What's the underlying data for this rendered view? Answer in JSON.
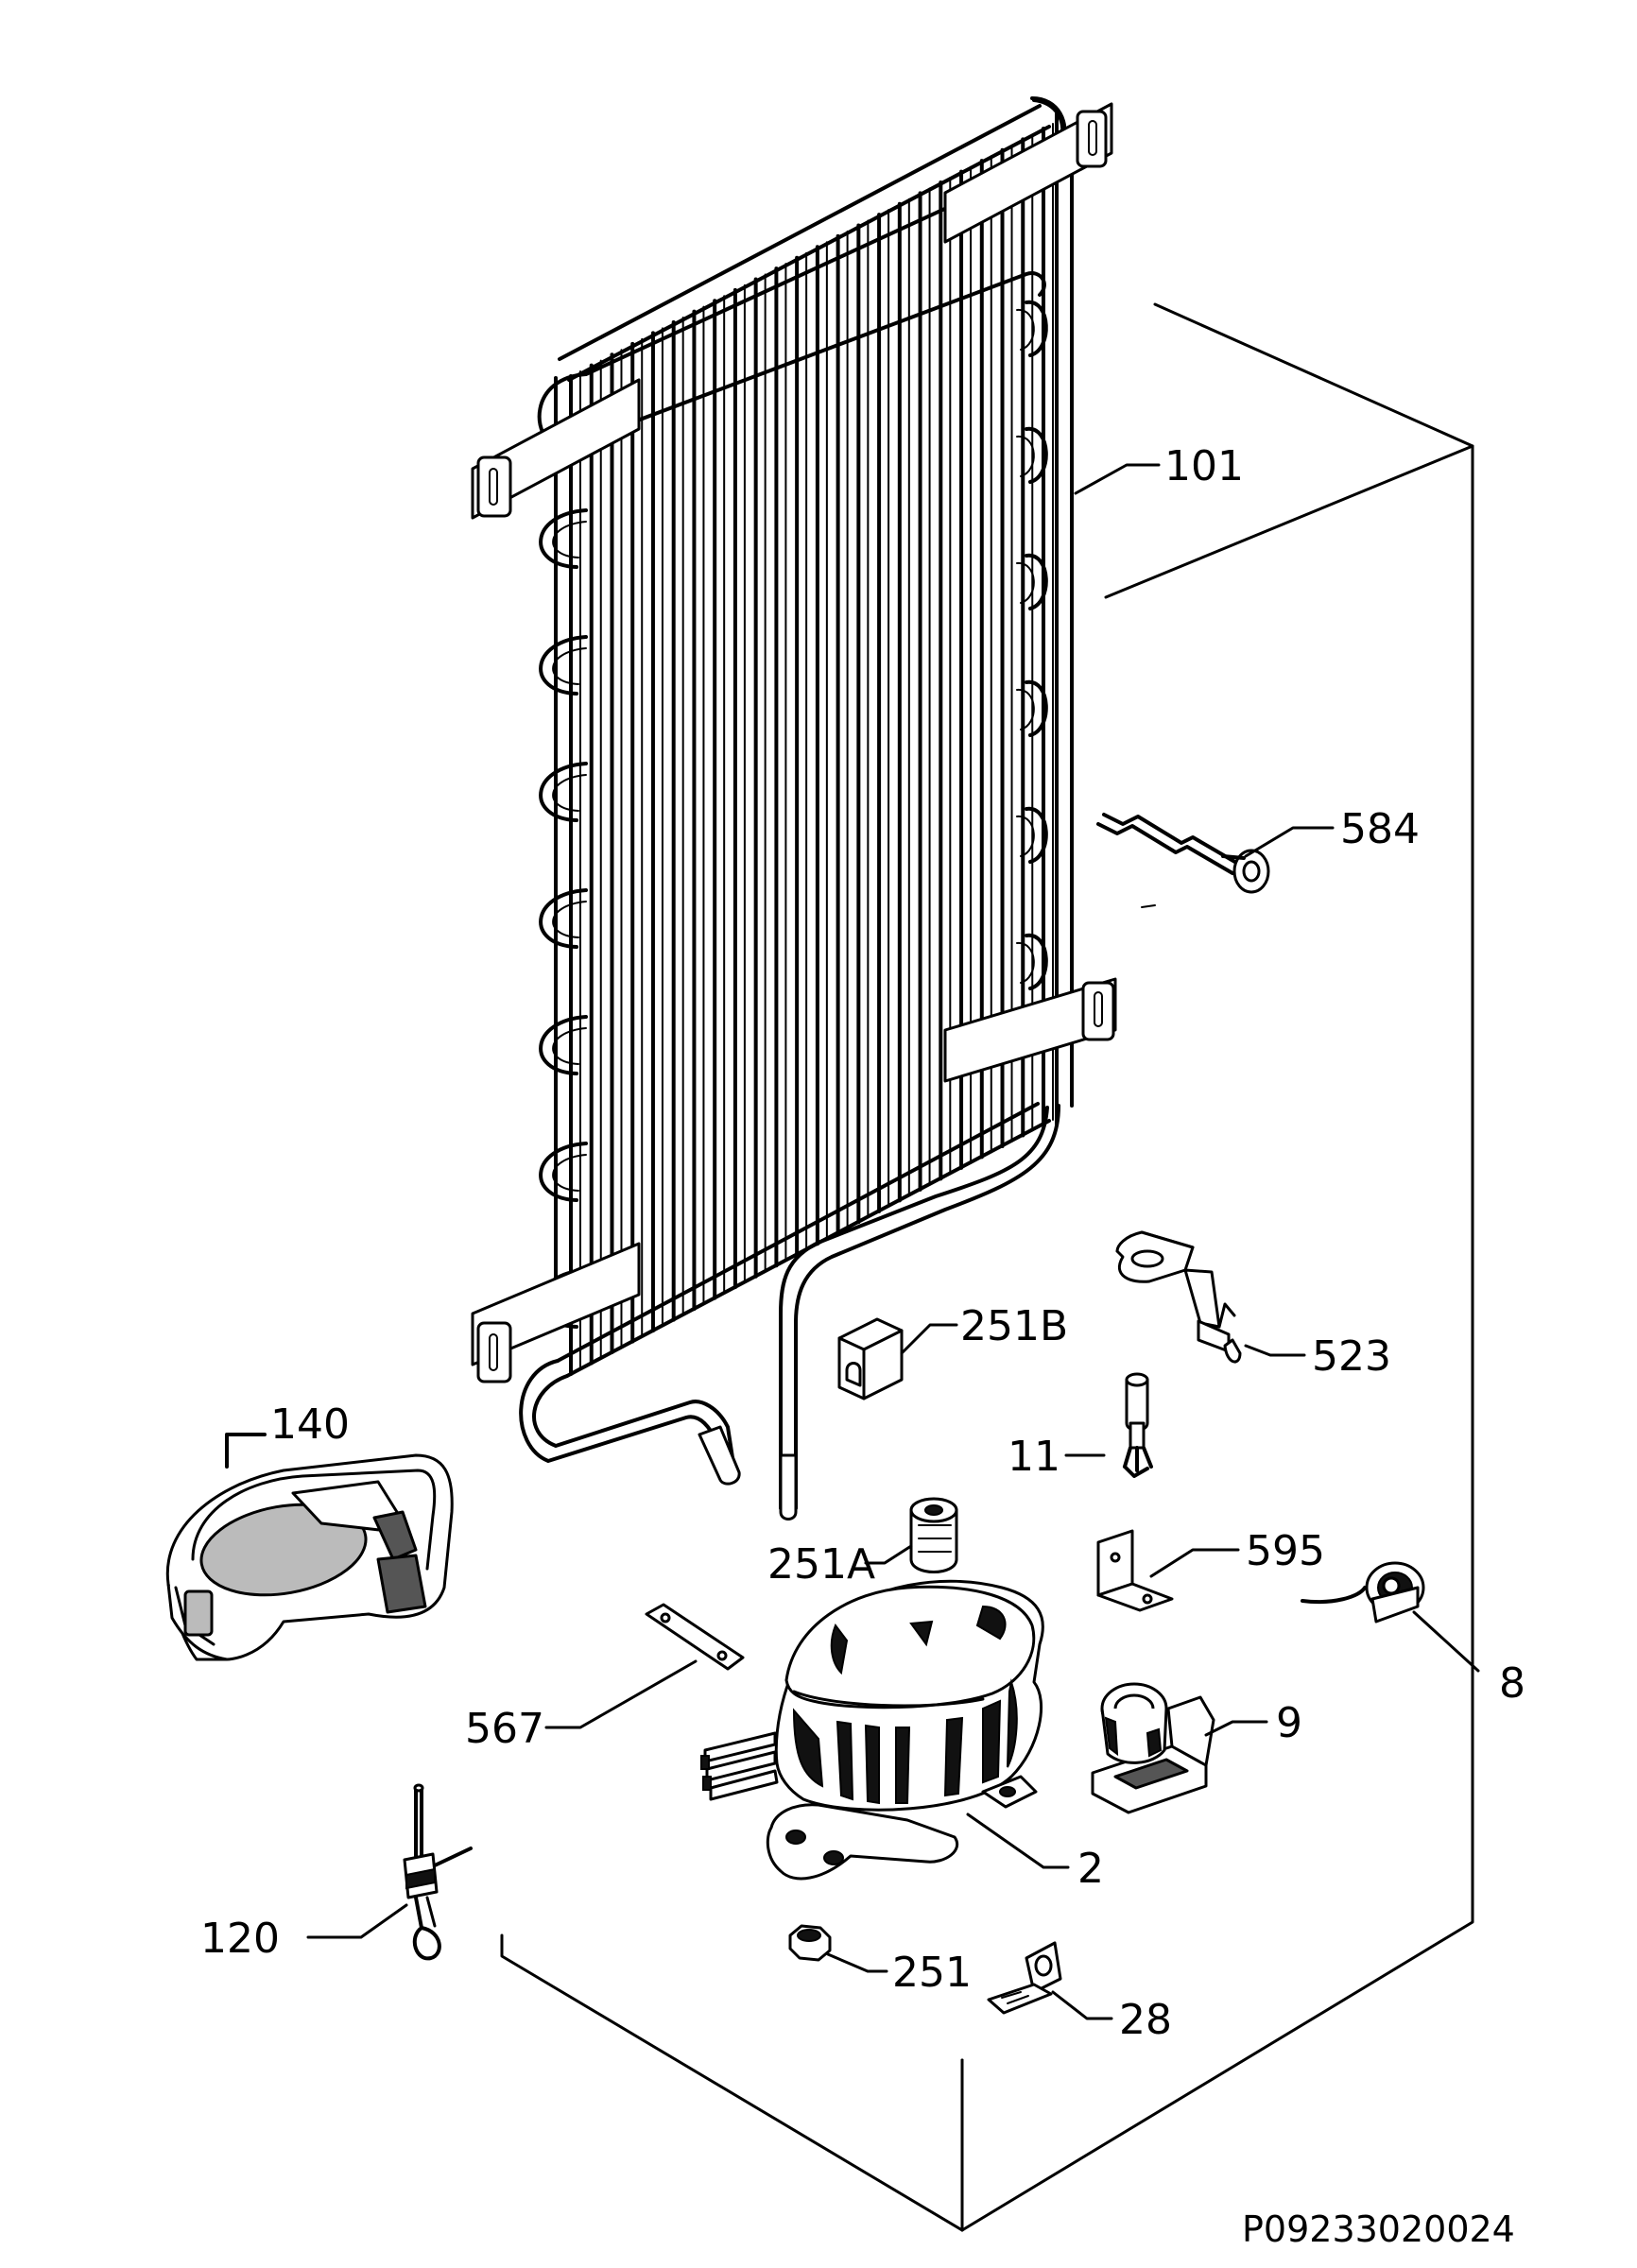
{
  "diagram": {
    "callouts": [
      {
        "id": "101",
        "text": "101"
      },
      {
        "id": "584",
        "text": "584"
      },
      {
        "id": "251B",
        "text": "251B"
      },
      {
        "id": "523",
        "text": "523"
      },
      {
        "id": "140",
        "text": "140"
      },
      {
        "id": "11",
        "text": "11"
      },
      {
        "id": "251A",
        "text": "251A"
      },
      {
        "id": "595",
        "text": "595"
      },
      {
        "id": "8",
        "text": "8"
      },
      {
        "id": "567",
        "text": "567"
      },
      {
        "id": "9",
        "text": "9"
      },
      {
        "id": "2",
        "text": "2"
      },
      {
        "id": "120",
        "text": "120"
      },
      {
        "id": "251",
        "text": "251"
      },
      {
        "id": "28",
        "text": "28"
      }
    ],
    "drawing_code": "P09233020024"
  }
}
